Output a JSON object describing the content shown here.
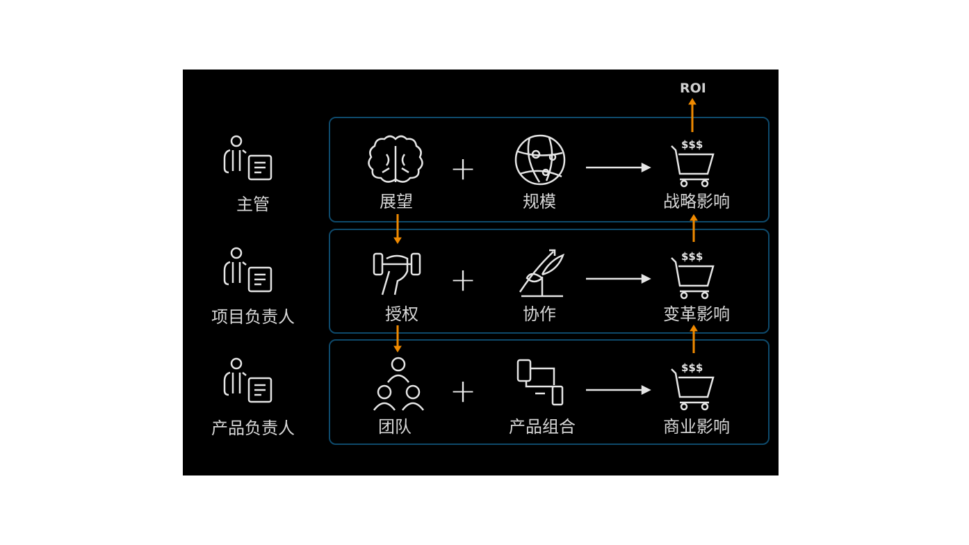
{
  "roi_label": "ROI",
  "roles": [
    "主管",
    "项目负责人",
    "产品负责人"
  ],
  "rows": [
    {
      "left": "展望",
      "left_icon": "brain-icon",
      "right": "规模",
      "right_icon": "globe-network-icon",
      "result": "战略影响",
      "result_icon": "shopping-cart-dollar-icon"
    },
    {
      "left": "授权",
      "left_icon": "dumbbell-hand-icon",
      "right": "协作",
      "right_icon": "growth-plant-icon",
      "result": "变革影响",
      "result_icon": "shopping-cart-dollar-icon"
    },
    {
      "left": "团队",
      "left_icon": "team-icon",
      "right": "产品组合",
      "right_icon": "devices-icon",
      "result": "商业影响",
      "result_icon": "shopping-cart-dollar-icon"
    }
  ],
  "dollar": "$$$",
  "colors": {
    "background": "#000000",
    "border": "#0e4a6c",
    "arrow": "#f08a00",
    "text": "#d8d8d8"
  }
}
